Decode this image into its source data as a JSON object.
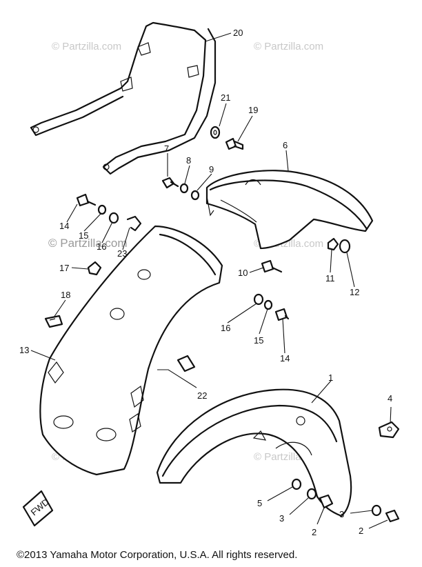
{
  "watermark": {
    "text": "© Partzilla.com"
  },
  "callouts": [
    "1",
    "2",
    "2",
    "3",
    "3",
    "4",
    "5",
    "6",
    "7",
    "8",
    "9",
    "10",
    "11",
    "12",
    "13",
    "14",
    "14",
    "15",
    "15",
    "16",
    "16",
    "17",
    "18",
    "19",
    "20",
    "21",
    "22",
    "23"
  ],
  "labels": {
    "front_badge": "FWD"
  },
  "footer": {
    "copyright": "©2013  Yamaha Motor Corporation, U.S.A. All rights reserved."
  }
}
